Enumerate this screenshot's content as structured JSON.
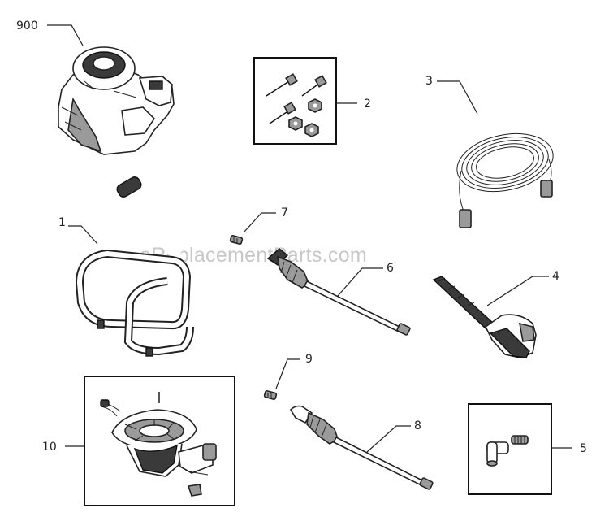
{
  "watermark": "eReplacementParts.com",
  "callouts": {
    "c900": "900",
    "c1": "1",
    "c2": "2",
    "c3": "3",
    "c4": "4",
    "c5": "5",
    "c6": "6",
    "c7": "7",
    "c8": "8",
    "c9": "9",
    "c10": "10"
  },
  "parts": {
    "engine": "engine-icon",
    "frame": "frame-icon",
    "hardware_kit": "bolts-nuts-icon",
    "hose": "hose-icon",
    "spray_gun": "spray-gun-icon",
    "adapter_kit": "adapter-icon",
    "lance_6": "wand-icon",
    "nozzle_7": "nozzle-icon",
    "lance_8": "wand-icon",
    "nozzle_9": "nozzle-icon",
    "pump": "pump-icon"
  }
}
